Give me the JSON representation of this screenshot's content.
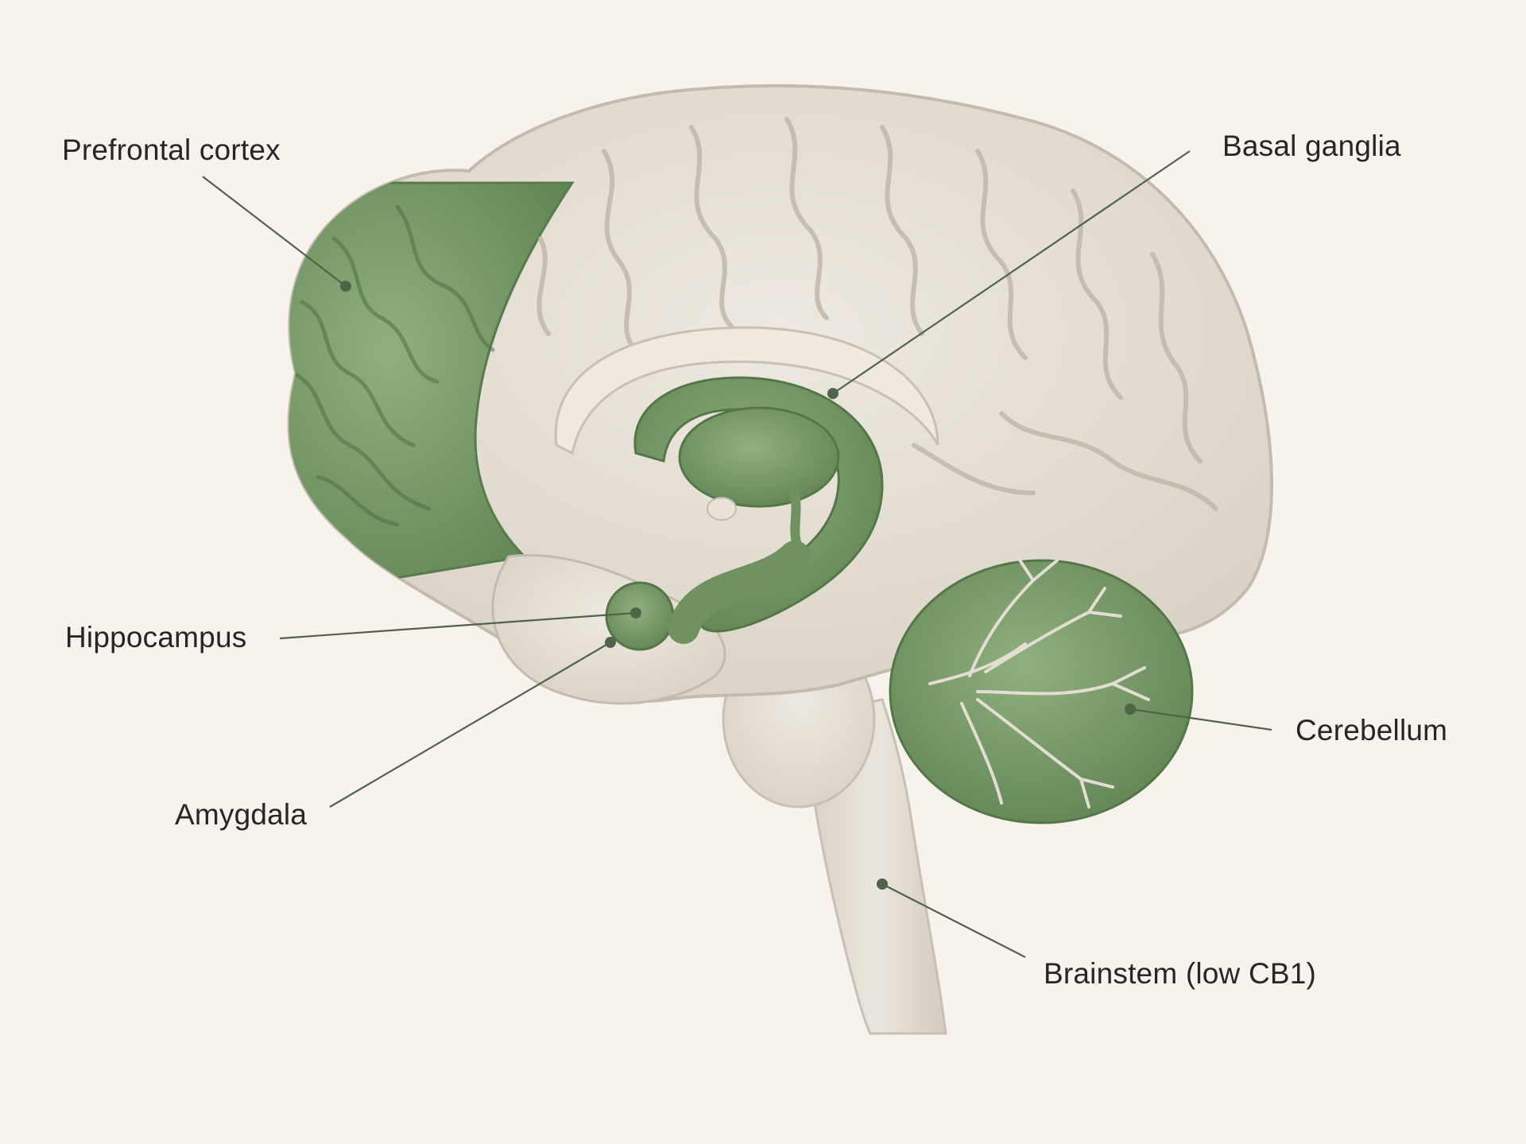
{
  "labels": {
    "prefrontal_cortex": "Prefrontal cortex",
    "basal_ganglia": "Basal ganglia",
    "hippocampus": "Hippocampus",
    "cerebellum": "Cerebellum",
    "amygdala": "Amygdala",
    "brainstem": "Brainstem (low CB1)"
  },
  "colors": {
    "background": "#f7f3ec",
    "tissue": "#e7e1d7",
    "tissue_shadow": "#cfc7ba",
    "highlight": "#7ea06e",
    "highlight_dark": "#5f8253",
    "leader_line": "#4f6448",
    "text": "#262626"
  }
}
